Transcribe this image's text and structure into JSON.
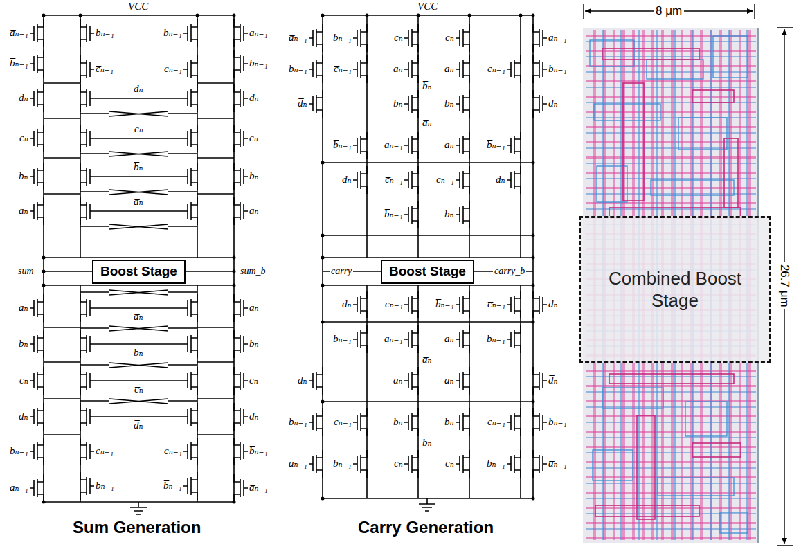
{
  "diagram": {
    "nodes": [
      {
        "text": [
          "Boost Stage"
        ]
      },
      {
        "text": [
          "Boost Stage"
        ]
      },
      {
        "text": [
          "Combined Boost Stage"
        ]
      }
    ],
    "labels": [
      "VCC",
      "a̅ₙ₋₁",
      "b̅ₙ₋₁",
      "bₙ₋₁",
      "aₙ₋₁",
      "b̅ₙ₋₁",
      "c̅ₙ₋₁",
      "cₙ₋₁",
      "bₙ₋₁",
      "dₙ",
      "d̅ₙ",
      "dₙ",
      "cₙ",
      "c̅ₙ",
      "cₙ",
      "bₙ",
      "b̅ₙ",
      "bₙ",
      "aₙ",
      "a̅ₙ",
      "aₙ",
      "sum",
      "sum_b",
      "aₙ",
      "a̅ₙ",
      "aₙ",
      "bₙ",
      "b̅ₙ",
      "bₙ",
      "cₙ",
      "c̅ₙ",
      "cₙ",
      "dₙ",
      "d̅ₙ",
      "dₙ",
      "bₙ₋₁",
      "cₙ₋₁",
      "c̅ₙ₋₁",
      "b̅ₙ₋₁",
      "aₙ₋₁",
      "bₙ₋₁",
      "b̅ₙ₋₁",
      "a̅ₙ₋₁",
      "Sum Generation",
      "VCC",
      "a̅ₙ₋₁",
      "b̅ₙ₋₁",
      "cₙ",
      "cₙ",
      "aₙ₋₁",
      "b̅ₙ₋₁",
      "c̅ₙ₋₁",
      "aₙ",
      "aₙ",
      "cₙ₋₁",
      "bₙ₋₁",
      "b̅ₙ",
      "d̅ₙ",
      "bₙ",
      "bₙ",
      "dₙ",
      "a̅ₙ",
      "b̅ₙ₋₁",
      "a̅ₙ₋₁",
      "aₙ",
      "b̅ₙ₋₁",
      "dₙ",
      "c̅ₙ₋₁",
      "cₙ₋₁",
      "dₙ",
      "b̅ₙ₋₁",
      "bₙ",
      "carry",
      "carry_b",
      "dₙ",
      "cₙ₋₁",
      "b̅ₙ₋₁",
      "c̅ₙ₋₁",
      "dₙ",
      "bₙ₋₁",
      "aₙ₋₁",
      "aₙ",
      "b̅ₙ₋₁",
      "a̅ₙ",
      "dₙ",
      "aₙ",
      "aₙ",
      "d̅ₙ",
      "bₙ₋₁",
      "cₙ₋₁",
      "bₙ",
      "bₙ",
      "c̅ₙ₋₁",
      "b̅ₙ₋₁",
      "b̅ₙ",
      "aₙ₋₁",
      "bₙ₋₁",
      "cₙ",
      "cₙ",
      "bₙ₋₁",
      "a̅ₙ₋₁",
      "Carry Generation",
      "8 μm",
      "26.7 μm"
    ]
  }
}
